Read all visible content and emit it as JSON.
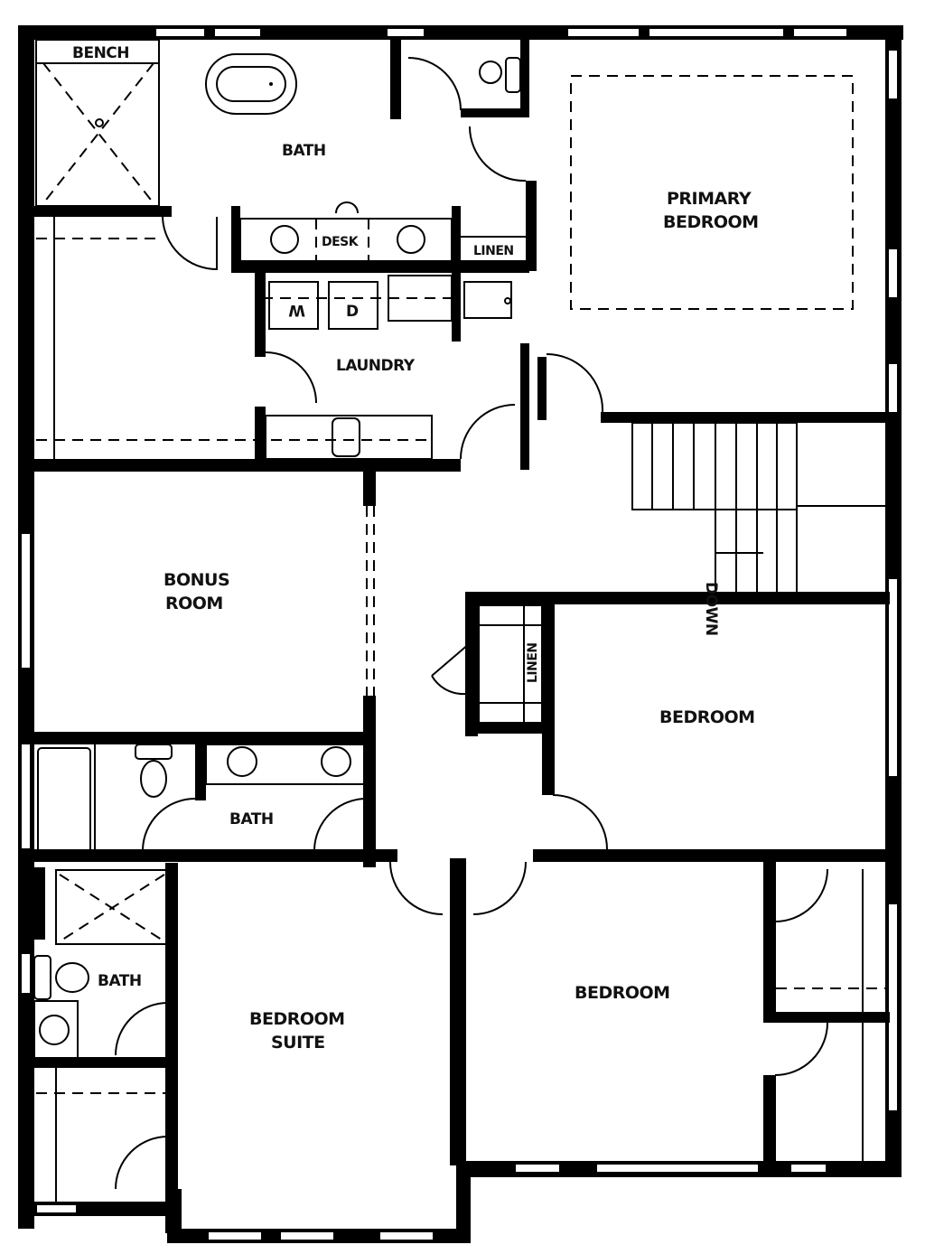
{
  "floor_plan": {
    "rooms": [
      {
        "id": "primary-bath",
        "label": "BATH"
      },
      {
        "id": "bench",
        "label": "BENCH"
      },
      {
        "id": "desk",
        "label": "DESK"
      },
      {
        "id": "linen-upper",
        "label": "LINEN"
      },
      {
        "id": "laundry",
        "label": "LAUNDRY"
      },
      {
        "id": "washer",
        "label": "W"
      },
      {
        "id": "dryer",
        "label": "D"
      },
      {
        "id": "primary-bedroom",
        "label_line1": "PRIMARY",
        "label_line2": "BEDROOM"
      },
      {
        "id": "stairs",
        "label": "DOWN"
      },
      {
        "id": "bonus-room",
        "label_line1": "BONUS",
        "label_line2": "ROOM"
      },
      {
        "id": "linen-hall",
        "label": "LINEN"
      },
      {
        "id": "bedroom-east",
        "label": "BEDROOM"
      },
      {
        "id": "hall-bath",
        "label": "BATH"
      },
      {
        "id": "suite-bath",
        "label": "BATH"
      },
      {
        "id": "bedroom-suite",
        "label_line1": "BEDROOM",
        "label_line2": "SUITE"
      },
      {
        "id": "bedroom-south",
        "label": "BEDROOM"
      }
    ],
    "colors": {
      "wall": "#000000",
      "background": "#ffffff"
    }
  }
}
